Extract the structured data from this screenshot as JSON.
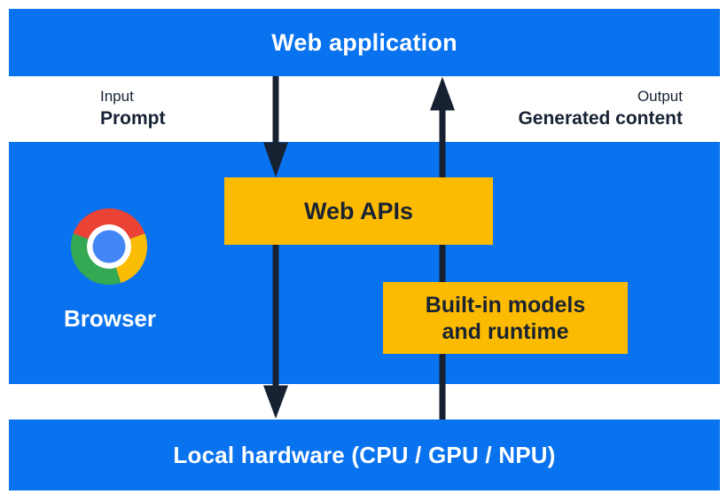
{
  "title": "Built-in AI architecture diagram",
  "colors": {
    "band_blue": "#0872ef",
    "box_yellow": "#fcbb00",
    "dark_navy": "#172334",
    "white": "#ffffff",
    "chrome_red": "#ea4335",
    "chrome_yellow": "#fbbc05",
    "chrome_green": "#34a853",
    "chrome_blue": "#4285f4"
  },
  "top_bar": {
    "label": "Web application"
  },
  "flow_labels": {
    "input": {
      "line1": "Input",
      "line2": "Prompt"
    },
    "output": {
      "line1": "Output",
      "line2": "Generated content"
    }
  },
  "browser": {
    "label": "Browser",
    "icon": "chrome-logo"
  },
  "boxes": {
    "web_apis": {
      "label": "Web APIs"
    },
    "builtin": {
      "label": "Built-in models and runtime",
      "lines": [
        "Built-in models",
        "and runtime"
      ]
    }
  },
  "arrows": {
    "down": "prompt flow: web application to web APIs to local hardware",
    "up": "generated content flow: local hardware through built-in models and runtime to web application"
  },
  "bottom_bar": {
    "label": "Local hardware (CPU / GPU / NPU)"
  }
}
